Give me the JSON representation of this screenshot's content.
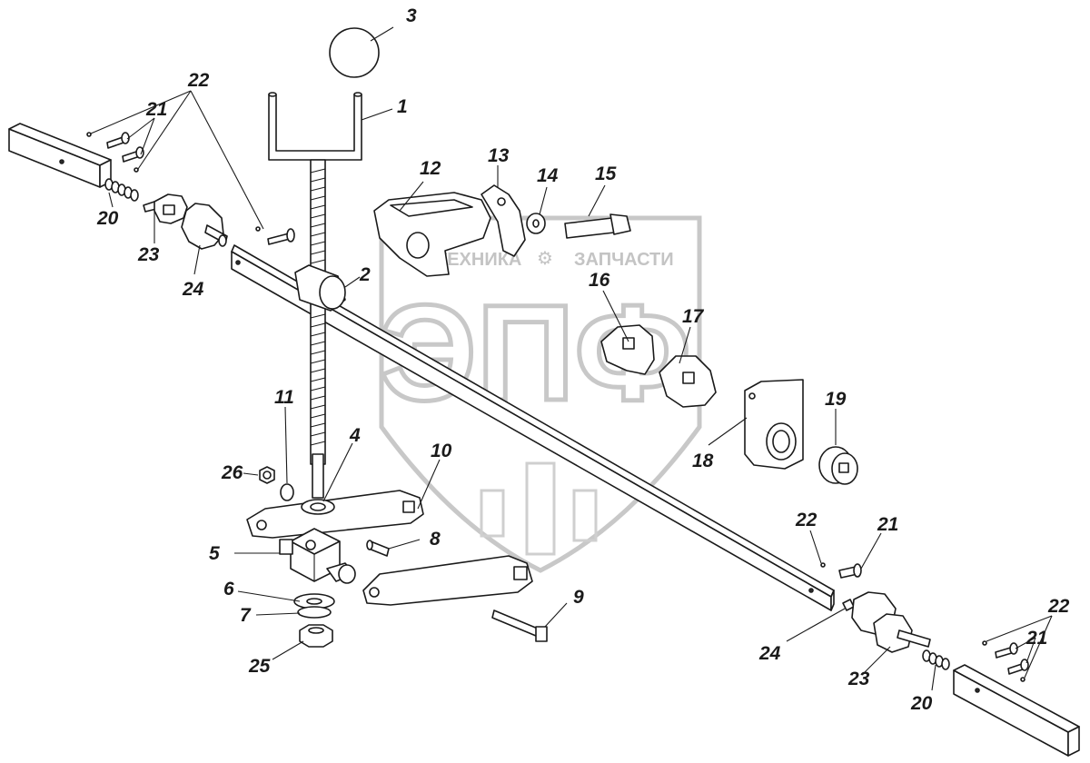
{
  "watermark": {
    "line1_left": "ТЕХНИКА",
    "line1_right": "ЗАПЧАСТИ",
    "monogram": "ЭПФ"
  },
  "callouts": {
    "c1": "1",
    "c2": "2",
    "c3": "3",
    "c4": "4",
    "c5": "5",
    "c6": "6",
    "c7": "7",
    "c8": "8",
    "c9": "9",
    "c10": "10",
    "c11": "11",
    "c12": "12",
    "c13": "13",
    "c14": "14",
    "c15": "15",
    "c16": "16",
    "c17": "17",
    "c18": "18",
    "c19": "19",
    "c20": "20",
    "c21": "21",
    "c22": "22",
    "c23": "23",
    "c24": "24",
    "c25": "25",
    "c26": "26"
  },
  "colors": {
    "ink": "#1a1a1a",
    "watermark": "#c8c8c8",
    "background": "#ffffff"
  }
}
